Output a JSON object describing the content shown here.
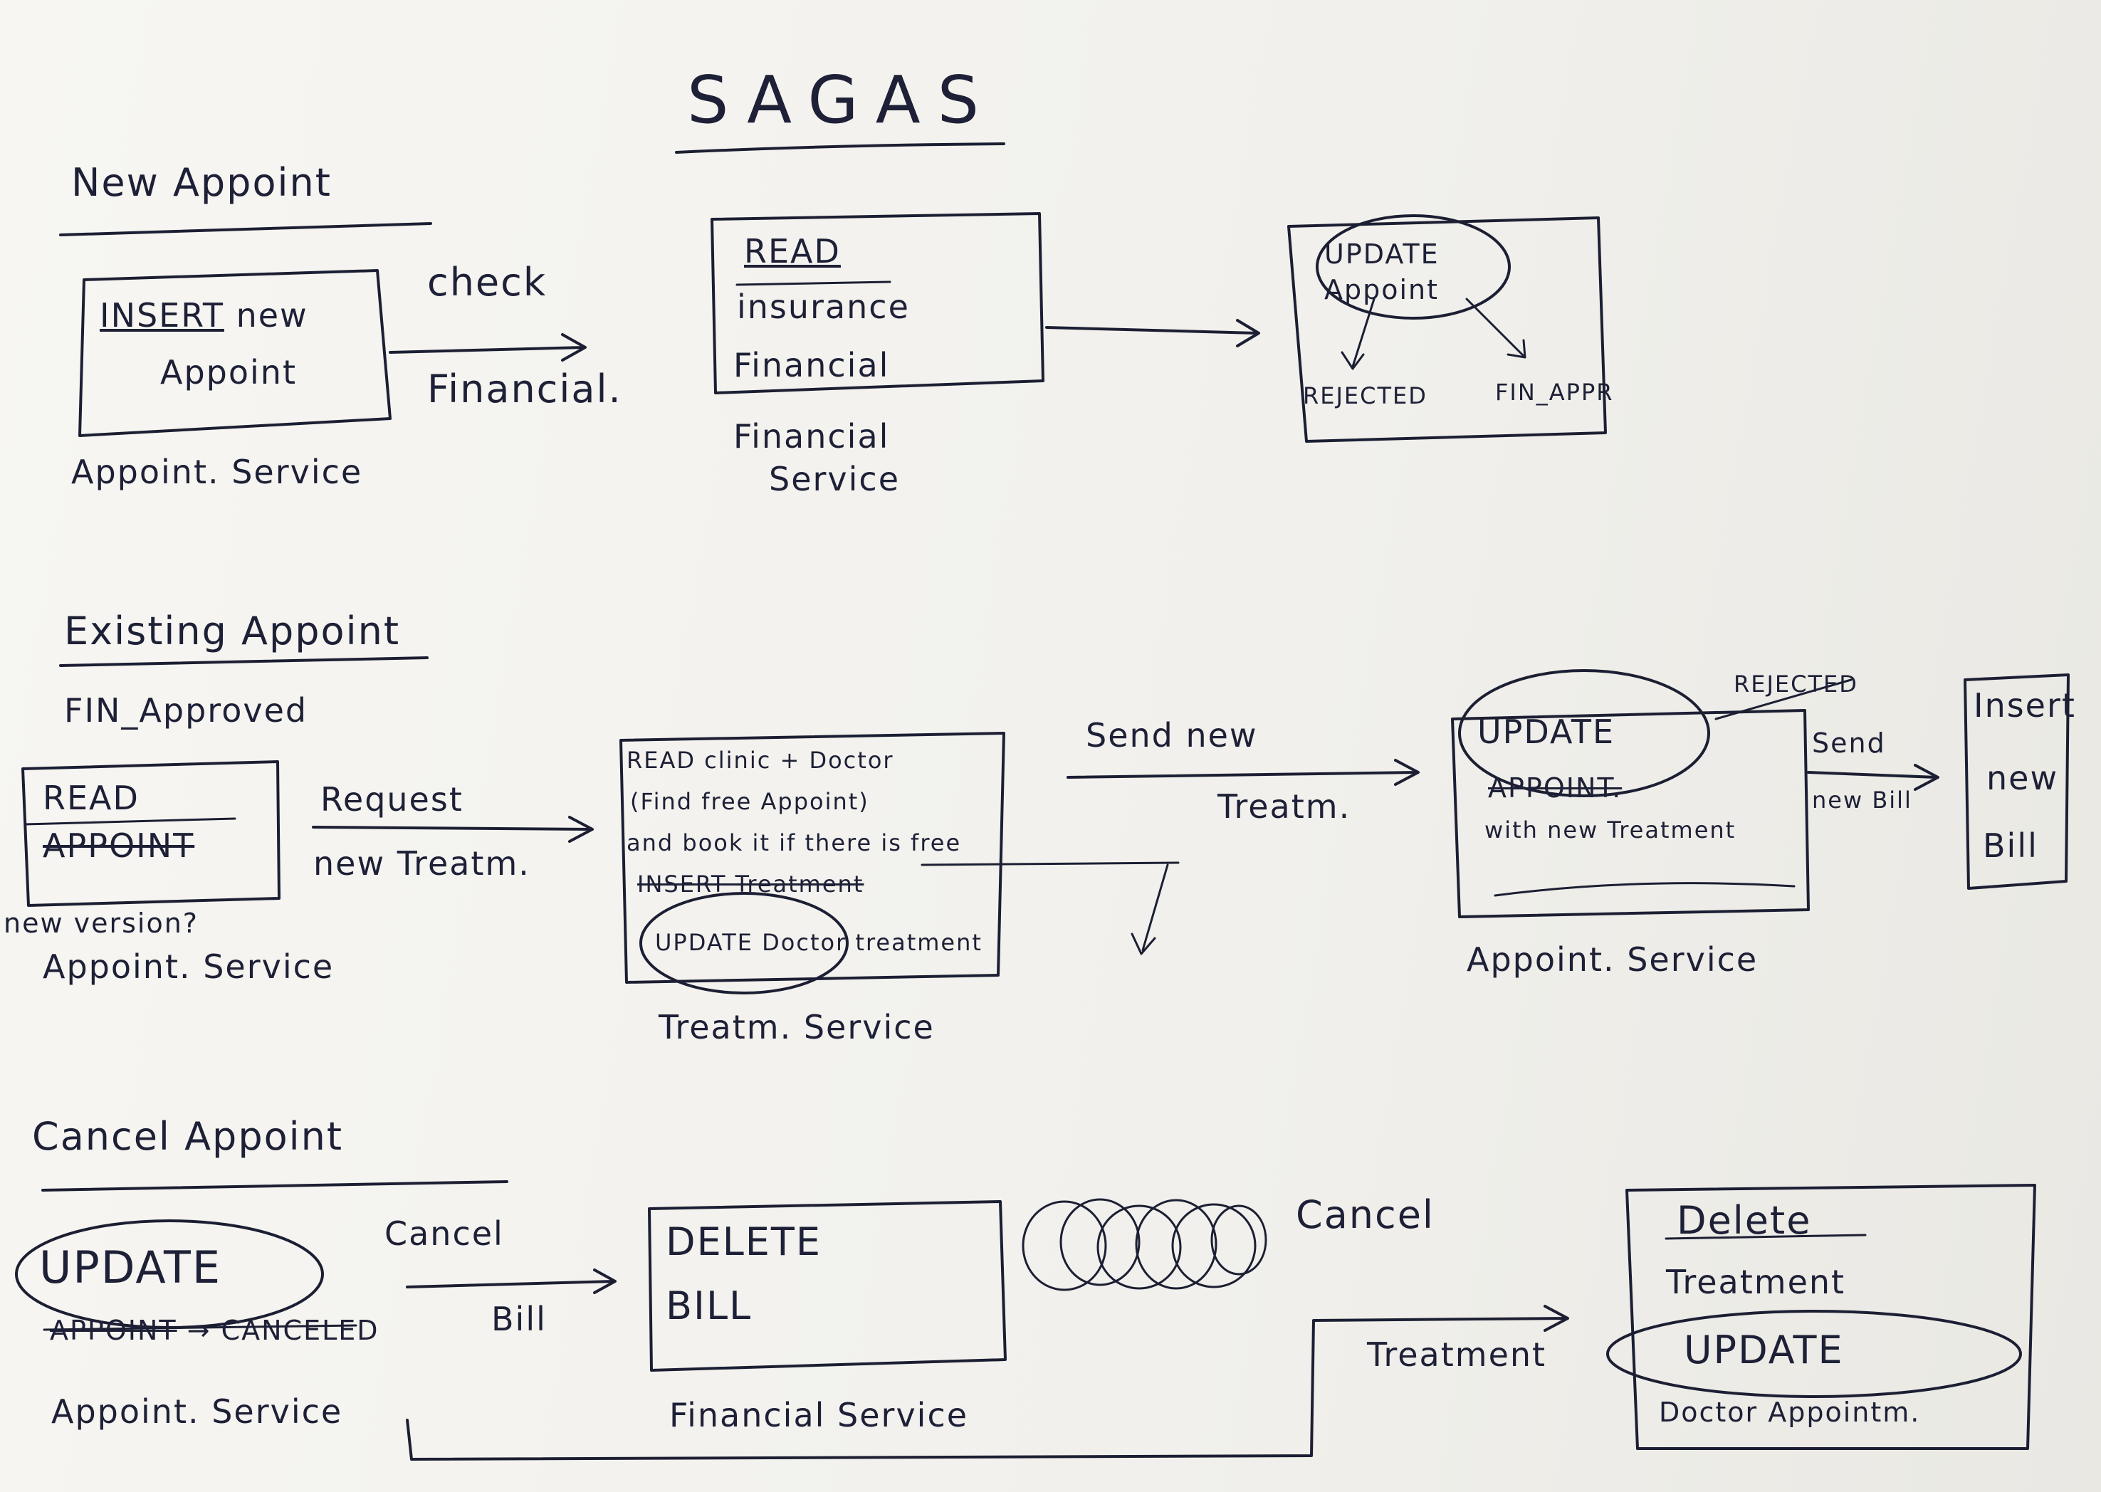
{
  "title": "SAGAS",
  "new_appointment": {
    "heading": "New Appoint",
    "box1": {
      "line1_struck": "INSERT",
      "line1_rest": " new",
      "line2": "Appoint"
    },
    "service1": "Appoint. Service",
    "arrow1_top": "check",
    "arrow1_bottom": "Financial.",
    "box2": {
      "line1": "READ",
      "line2": "insurance",
      "line3": "Financial"
    },
    "service2_line1": "Financial",
    "service2_line2": "Service",
    "box3": {
      "line1": "UPDATE",
      "line2": "Appoint",
      "left": "REJECTED",
      "right": "FIN_APPR"
    }
  },
  "existing_appointment": {
    "heading": "Existing Appoint",
    "subheading": "FIN_Approved",
    "box1": {
      "line1": "READ",
      "line2": "APPOINT"
    },
    "note": "new version?",
    "service1": "Appoint. Service",
    "arrow1_top": "Request",
    "arrow1_bottom": "new Treatm.",
    "box2": {
      "line1": "READ clinic + Doctor",
      "line2": "(Find free Appoint)",
      "line3": "and book it if there is free",
      "line4": "INSERT Treatment",
      "line5_circled": "UPDATE",
      "line5_rest": " Doctor treatment"
    },
    "service2": "Treatm. Service",
    "arrow2_top": "Send new",
    "arrow2_bottom": "Treatm.",
    "box3": {
      "line1": "UPDATE",
      "line2": "APPOINT.",
      "line3": "with new Treatment",
      "branch": "REJECTED"
    },
    "service3": "Appoint. Service",
    "arrow3_top": "Send",
    "arrow3_bottom": "new Bill",
    "box4": {
      "line1": "Insert",
      "line2": "new",
      "line3": "Bill"
    }
  },
  "cancel_appointment": {
    "heading": "Cancel Appoint",
    "box1": {
      "line1": "UPDATE",
      "line2_struck": "APPOINT",
      "line2_rest": " → CANCELED"
    },
    "service1": "Appoint. Service",
    "arrow1_top": "Cancel",
    "arrow1_bottom": "Bill",
    "box2": {
      "line1": "DELETE",
      "line2": "BILL"
    },
    "service2": "Financial Service",
    "scribble_label": "Cancel",
    "arrow2_label": "Treatment",
    "box3": {
      "line1": "Delete",
      "line2": "Treatment",
      "line3": "UPDATE",
      "line4": "Doctor Appointm."
    }
  }
}
